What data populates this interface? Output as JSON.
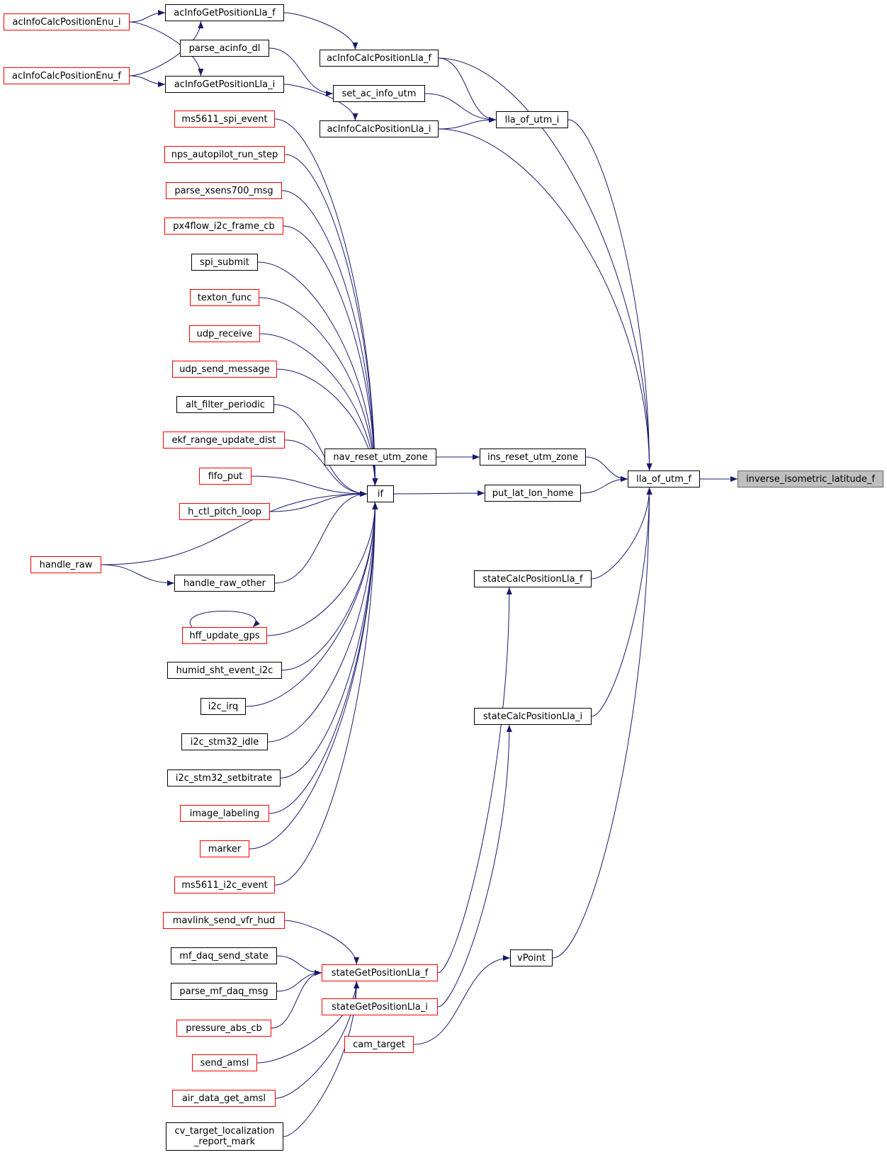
{
  "colors": {
    "edge": "#191970",
    "node_border": "#000000",
    "truncated_node_border": "#ff0000",
    "root_fill": "#bfbfbf",
    "background": "#ffffff"
  },
  "nodes": {
    "inverse_isometric_latitude_f": {
      "label": "inverse_isometric_latitude_f",
      "truncated": false,
      "root": true
    },
    "lla_of_utm_f": {
      "label": "lla_of_utm_f",
      "truncated": false
    },
    "acInfoCalcPositionLla_f": {
      "label": "acInfoCalcPositionLla_f",
      "truncated": false
    },
    "lla_of_utm_i": {
      "label": "lla_of_utm_i",
      "truncated": false
    },
    "acInfoCalcPositionLla_i": {
      "label": "acInfoCalcPositionLla_i",
      "truncated": false
    },
    "ins_reset_utm_zone": {
      "label": "ins_reset_utm_zone",
      "truncated": false
    },
    "put_lat_lon_home": {
      "label": "put_lat_lon_home",
      "truncated": false
    },
    "stateCalcPositionLla_f": {
      "label": "stateCalcPositionLla_f",
      "truncated": false
    },
    "stateCalcPositionLla_i": {
      "label": "stateCalcPositionLla_i",
      "truncated": false
    },
    "vPoint": {
      "label": "vPoint",
      "truncated": false
    },
    "acInfoGetPositionLla_f": {
      "label": "acInfoGetPositionLla_f",
      "truncated": false
    },
    "acInfoGetPositionLla_i": {
      "label": "acInfoGetPositionLla_i",
      "truncated": false
    },
    "acInfoCalcPositionEnu_i": {
      "label": "acInfoCalcPositionEnu_i",
      "truncated": true
    },
    "acInfoCalcPositionEnu_f": {
      "label": "acInfoCalcPositionEnu_f",
      "truncated": true
    },
    "set_ac_info_utm": {
      "label": "set_ac_info_utm",
      "truncated": false
    },
    "parse_acinfo_dl": {
      "label": "parse_acinfo_dl",
      "truncated": false
    },
    "nav_reset_utm_zone": {
      "label": "nav_reset_utm_zone",
      "truncated": false
    },
    "if": {
      "label": "if",
      "truncated": false
    },
    "ms5611_spi_event": {
      "label": "ms5611_spi_event",
      "truncated": true
    },
    "nps_autopilot_run_step": {
      "label": "nps_autopilot_run_step",
      "truncated": true
    },
    "parse_xsens700_msg": {
      "label": "parse_xsens700_msg",
      "truncated": true
    },
    "px4flow_i2c_frame_cb": {
      "label": "px4flow_i2c_frame_cb",
      "truncated": true
    },
    "spi_submit": {
      "label": "spi_submit",
      "truncated": false
    },
    "texton_func": {
      "label": "texton_func",
      "truncated": true
    },
    "udp_receive": {
      "label": "udp_receive",
      "truncated": true
    },
    "udp_send_message": {
      "label": "udp_send_message",
      "truncated": true
    },
    "alt_filter_periodic": {
      "label": "alt_filter_periodic",
      "truncated": false
    },
    "ekf_range_update_dist": {
      "label": "ekf_range_update_dist",
      "truncated": true
    },
    "fifo_put": {
      "label": "fifo_put",
      "truncated": true
    },
    "h_ctl_pitch_loop": {
      "label": "h_ctl_pitch_loop",
      "truncated": true
    },
    "handle_raw": {
      "label": "handle_raw",
      "truncated": true
    },
    "handle_raw_other": {
      "label": "handle_raw_other",
      "truncated": false
    },
    "hff_update_gps": {
      "label": "hff_update_gps",
      "truncated": true
    },
    "humid_sht_event_i2c": {
      "label": "humid_sht_event_i2c",
      "truncated": false
    },
    "i2c_irq": {
      "label": "i2c_irq",
      "truncated": false
    },
    "i2c_stm32_idle": {
      "label": "i2c_stm32_idle",
      "truncated": false
    },
    "i2c_stm32_setbitrate": {
      "label": "i2c_stm32_setbitrate",
      "truncated": false
    },
    "image_labeling": {
      "label": "image_labeling",
      "truncated": true
    },
    "marker": {
      "label": "marker",
      "truncated": true
    },
    "ms5611_i2c_event": {
      "label": "ms5611_i2c_event",
      "truncated": true
    },
    "stateGetPositionLla_f": {
      "label": "stateGetPositionLla_f",
      "truncated": true
    },
    "stateGetPositionLla_i": {
      "label": "stateGetPositionLla_i",
      "truncated": true
    },
    "cam_target": {
      "label": "cam_target",
      "truncated": true
    },
    "mavlink_send_vfr_hud": {
      "label": "mavlink_send_vfr_hud",
      "truncated": true
    },
    "mf_daq_send_state": {
      "label": "mf_daq_send_state",
      "truncated": false
    },
    "parse_mf_daq_msg": {
      "label": "parse_mf_daq_msg",
      "truncated": false
    },
    "pressure_abs_cb": {
      "label": "pressure_abs_cb",
      "truncated": true
    },
    "send_amsl": {
      "label": "send_amsl",
      "truncated": true
    },
    "air_data_get_amsl": {
      "label": "air_data_get_amsl",
      "truncated": true
    },
    "cv_target_localization_report_mark": {
      "label": "cv_target_localization\n_report_mark",
      "truncated": false
    }
  },
  "edges": [
    [
      "lla_of_utm_f",
      "inverse_isometric_latitude_f"
    ],
    [
      "acInfoCalcPositionLla_f",
      "lla_of_utm_f"
    ],
    [
      "lla_of_utm_i",
      "lla_of_utm_f"
    ],
    [
      "acInfoCalcPositionLla_i",
      "lla_of_utm_f"
    ],
    [
      "ins_reset_utm_zone",
      "lla_of_utm_f"
    ],
    [
      "put_lat_lon_home",
      "lla_of_utm_f"
    ],
    [
      "stateCalcPositionLla_f",
      "lla_of_utm_f"
    ],
    [
      "stateCalcPositionLla_i",
      "lla_of_utm_f"
    ],
    [
      "vPoint",
      "lla_of_utm_f"
    ],
    [
      "acInfoGetPositionLla_f",
      "acInfoCalcPositionLla_f"
    ],
    [
      "acInfoCalcPositionLla_f",
      "lla_of_utm_i"
    ],
    [
      "acInfoCalcPositionLla_i",
      "lla_of_utm_i"
    ],
    [
      "set_ac_info_utm",
      "lla_of_utm_i"
    ],
    [
      "acInfoGetPositionLla_i",
      "acInfoCalcPositionLla_i"
    ],
    [
      "parse_acinfo_dl",
      "set_ac_info_utm"
    ],
    [
      "acInfoCalcPositionEnu_i",
      "acInfoGetPositionLla_f"
    ],
    [
      "acInfoCalcPositionEnu_f",
      "acInfoGetPositionLla_f"
    ],
    [
      "acInfoCalcPositionEnu_i",
      "acInfoGetPositionLla_i"
    ],
    [
      "acInfoCalcPositionEnu_f",
      "acInfoGetPositionLla_i"
    ],
    [
      "nav_reset_utm_zone",
      "ins_reset_utm_zone"
    ],
    [
      "if",
      "put_lat_lon_home"
    ],
    [
      "ms5611_spi_event",
      "if"
    ],
    [
      "nps_autopilot_run_step",
      "if"
    ],
    [
      "parse_xsens700_msg",
      "if"
    ],
    [
      "px4flow_i2c_frame_cb",
      "if"
    ],
    [
      "spi_submit",
      "if"
    ],
    [
      "texton_func",
      "if"
    ],
    [
      "udp_receive",
      "if"
    ],
    [
      "udp_send_message",
      "if"
    ],
    [
      "alt_filter_periodic",
      "if"
    ],
    [
      "ekf_range_update_dist",
      "if"
    ],
    [
      "fifo_put",
      "if"
    ],
    [
      "h_ctl_pitch_loop",
      "if"
    ],
    [
      "handle_raw",
      "if"
    ],
    [
      "handle_raw_other",
      "if"
    ],
    [
      "hff_update_gps",
      "if"
    ],
    [
      "humid_sht_event_i2c",
      "if"
    ],
    [
      "i2c_irq",
      "if"
    ],
    [
      "i2c_stm32_idle",
      "if"
    ],
    [
      "i2c_stm32_setbitrate",
      "if"
    ],
    [
      "image_labeling",
      "if"
    ],
    [
      "marker",
      "if"
    ],
    [
      "ms5611_i2c_event",
      "if"
    ],
    [
      "handle_raw",
      "handle_raw_other"
    ],
    [
      "hff_update_gps",
      "hff_update_gps"
    ],
    [
      "stateGetPositionLla_f",
      "stateCalcPositionLla_f"
    ],
    [
      "stateGetPositionLla_i",
      "stateCalcPositionLla_i"
    ],
    [
      "cam_target",
      "vPoint"
    ],
    [
      "mavlink_send_vfr_hud",
      "stateGetPositionLla_f"
    ],
    [
      "mf_daq_send_state",
      "stateGetPositionLla_f"
    ],
    [
      "parse_mf_daq_msg",
      "stateGetPositionLla_f"
    ],
    [
      "pressure_abs_cb",
      "stateGetPositionLla_f"
    ],
    [
      "send_amsl",
      "stateGetPositionLla_f"
    ],
    [
      "air_data_get_amsl",
      "stateGetPositionLla_f"
    ],
    [
      "cv_target_localization_report_mark",
      "stateGetPositionLla_f"
    ]
  ]
}
